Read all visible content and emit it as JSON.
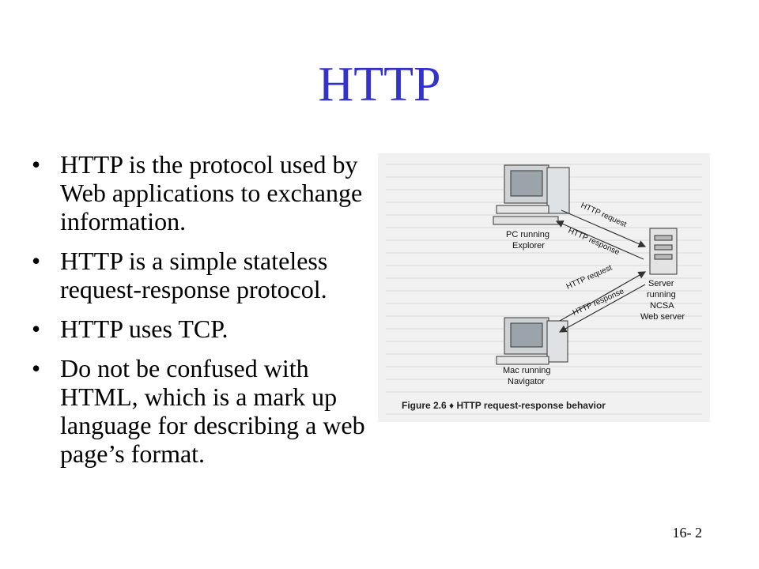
{
  "slide": {
    "title": "HTTP",
    "page_number": "16- 2"
  },
  "bullets": [
    "HTTP is the protocol used by Web applications to exchange information.",
    "HTTP is a simple stateless request-response protocol.",
    "HTTP uses TCP.",
    "Do not be confused with HTML, which is a mark up language for describing a web page’s format."
  ],
  "figure": {
    "pc_label": [
      "PC running",
      "Explorer"
    ],
    "mac_label": [
      "Mac running",
      "Navigator"
    ],
    "server_label": [
      "Server",
      "running",
      "NCSA",
      "Web server"
    ],
    "arrow_top_request": "HTTP request",
    "arrow_top_response": "HTTP response",
    "arrow_bottom_request": "HTTP request",
    "arrow_bottom_response": "HTTP response",
    "caption": "Figure 2.6 ♦ HTTP request-response behavior"
  }
}
